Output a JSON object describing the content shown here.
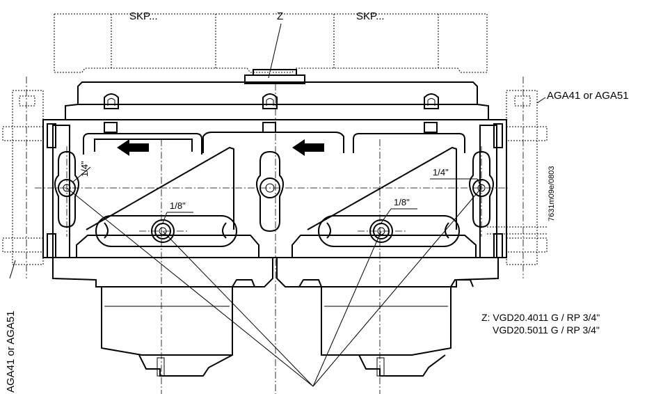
{
  "labels": {
    "skp_left": "SKP...",
    "skp_right": "SKP...",
    "z": "Z",
    "aga_right": "AGA41 or AGA51",
    "aga_left": "AGA41 or AGA51",
    "port_quarter_left": "1/4\"",
    "port_quarter_right": "1/4\"",
    "port_eighth_left": "1/8\"",
    "port_eighth_right": "1/8\"",
    "drawing_code": "7631m09e/0803"
  },
  "note": {
    "line1": "Z: VGD20.4011   G / RP 3/4\"",
    "line2": "VGD20.5011   G / RP 3/4\""
  }
}
